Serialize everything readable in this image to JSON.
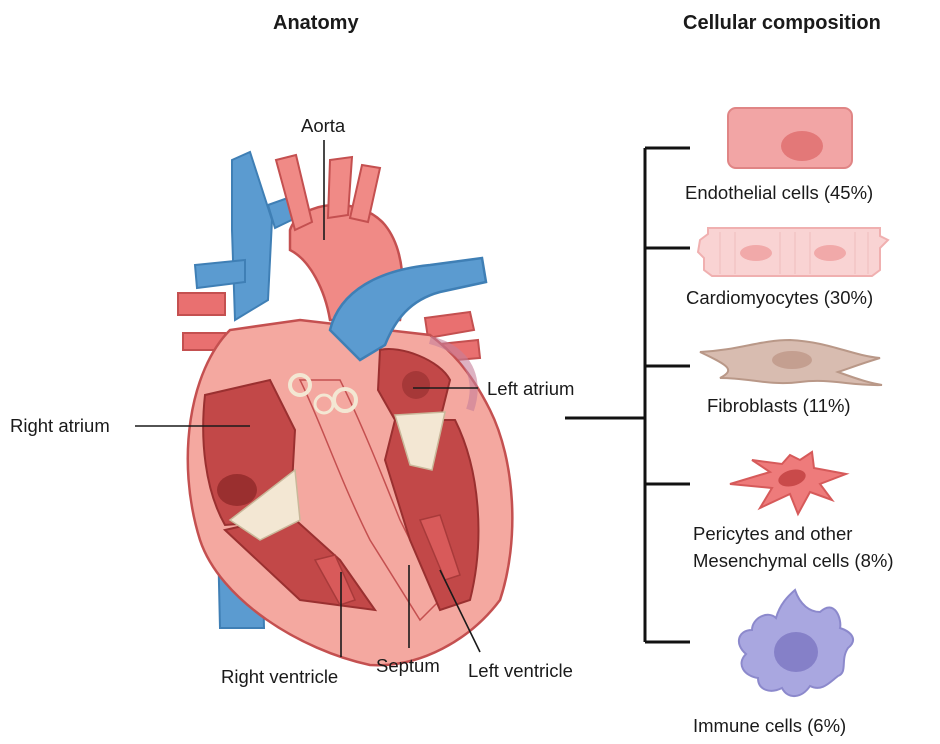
{
  "titles": {
    "left": "Anatomy",
    "right": "Cellular composition"
  },
  "anatomy_labels": {
    "aorta": "Aorta",
    "left_atrium": "Left atrium",
    "right_atrium": "Right atrium",
    "right_ventricle": "Right ventricle",
    "septum": "Septum",
    "left_ventricle": "Left ventricle"
  },
  "cells": [
    {
      "name": "Endothelial cells (45%)",
      "icon": "endothelial-cell-icon",
      "color": "#f2a5a5"
    },
    {
      "name": "Cardiomyocytes (30%)",
      "icon": "cardiomyocyte-icon",
      "color": "#f7c9c9"
    },
    {
      "name": "Fibroblasts (11%)",
      "icon": "fibroblast-icon",
      "color": "#d9bcb0"
    },
    {
      "name_line1": "Pericytes and other",
      "name_line2": "Mesenchymal cells (8%)",
      "icon": "pericyte-icon",
      "color": "#ee7b7b"
    },
    {
      "name": "Immune cells (6%)",
      "icon": "immune-cell-icon",
      "color": "#a9a7e0"
    }
  ],
  "colors": {
    "vessel_blue": "#5b9bd0",
    "heart_red": "#e06060",
    "heart_pink": "#f4a8a0",
    "valve_cream": "#f3e7d3"
  }
}
